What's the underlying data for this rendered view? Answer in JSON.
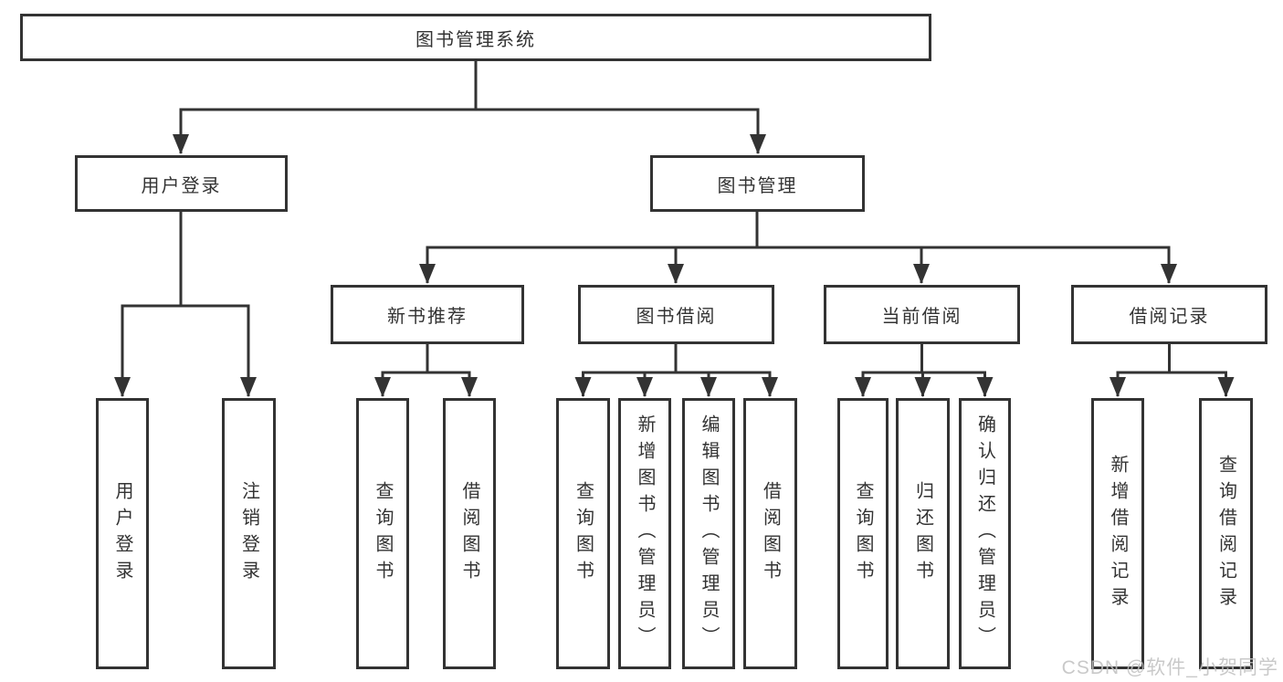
{
  "colors": {
    "line": "#333333",
    "border": "#333333",
    "text": "#333333",
    "watermark": "#c0c0c0",
    "background": "#ffffff"
  },
  "watermark": "CSDN @软件_小贺同学",
  "tree": {
    "root": {
      "label": "图书管理系统"
    },
    "level2": [
      {
        "id": "user-login",
        "label": "用户登录"
      },
      {
        "id": "book-management",
        "label": "图书管理"
      }
    ],
    "level3": [
      {
        "id": "new-book-recommend",
        "label": "新书推荐"
      },
      {
        "id": "book-borrowing",
        "label": "图书借阅"
      },
      {
        "id": "current-borrowing",
        "label": "当前借阅"
      },
      {
        "id": "borrowing-records",
        "label": "借阅记录"
      }
    ],
    "leaves": [
      {
        "id": "user-login-action",
        "parent": "user-login",
        "label": "用户登录"
      },
      {
        "id": "logout-action",
        "parent": "user-login",
        "label": "注销登录"
      },
      {
        "id": "query-books-recommend",
        "parent": "new-book-recommend",
        "label": "查询图书"
      },
      {
        "id": "borrow-books-recommend",
        "parent": "new-book-recommend",
        "label": "借阅图书"
      },
      {
        "id": "query-books-borrowing",
        "parent": "book-borrowing",
        "label": "查询图书"
      },
      {
        "id": "add-books-admin",
        "parent": "book-borrowing",
        "label": "新增图书（管理员）"
      },
      {
        "id": "edit-books-admin",
        "parent": "book-borrowing",
        "label": "编辑图书（管理员）"
      },
      {
        "id": "borrow-books-borrowing",
        "parent": "book-borrowing",
        "label": "借阅图书"
      },
      {
        "id": "query-books-current",
        "parent": "current-borrowing",
        "label": "查询图书"
      },
      {
        "id": "return-books",
        "parent": "current-borrowing",
        "label": "归还图书"
      },
      {
        "id": "confirm-return-admin",
        "parent": "current-borrowing",
        "label": "确认归还（管理员）"
      },
      {
        "id": "add-borrow-record",
        "parent": "borrowing-records",
        "label": "新增借阅记录"
      },
      {
        "id": "query-borrow-record",
        "parent": "borrowing-records",
        "label": "查询借阅记录"
      }
    ]
  }
}
